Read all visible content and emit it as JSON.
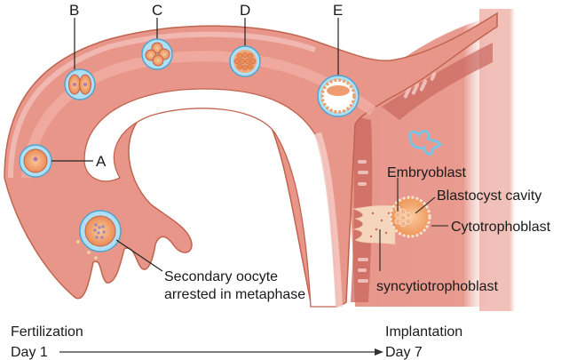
{
  "title": "Fertilization to implantation timeline",
  "stage_labels": {
    "A": "A",
    "B": "B",
    "C": "C",
    "D": "D",
    "E": "E"
  },
  "labels": {
    "secondary_oocyte_line1": "Secondary oocyte",
    "secondary_oocyte_line2": "arrested in metaphase",
    "embryoblast": "Embryoblast",
    "blastocyst_cavity": "Blastocyst cavity",
    "cytotrophoblast": "Cytotrophoblast",
    "syncytiotrophoblast": "syncytiotrophoblast"
  },
  "timeline": {
    "start_line1": "Fertilization",
    "start_line2": "Day 1",
    "end_line1": "Implantation",
    "end_line2": "Day 7"
  },
  "colors": {
    "tissue": "#e8968a",
    "tissue_light": "#f3c6c0",
    "tissue_dark": "#c9675e",
    "outline": "#c0644f",
    "zona": "#7ec3e6",
    "cell": "#f0a06a",
    "text": "#1a1a1a"
  }
}
